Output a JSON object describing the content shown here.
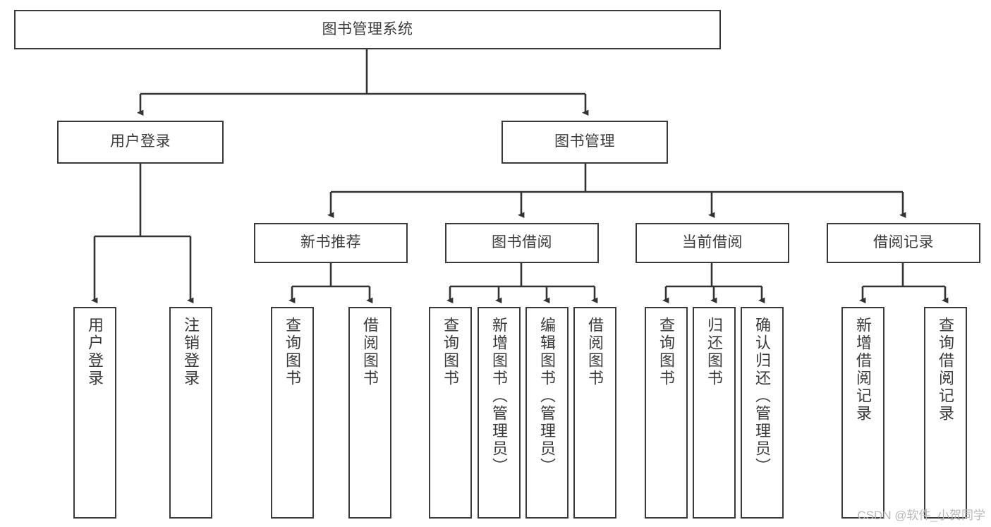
{
  "diagram": {
    "title": "图书管理系统",
    "watermark": "CSDN @软件_小贺同学",
    "colors": {
      "background": "#ffffff",
      "node_border": "#3a3a3a",
      "node_fill": "#ffffff",
      "text": "#3b3b3b",
      "edge": "#333333",
      "watermark": "#b9b9b9"
    },
    "root": {
      "label": "图书管理系统"
    },
    "level2": [
      {
        "label": "用户登录"
      },
      {
        "label": "图书管理"
      }
    ],
    "level3": [
      {
        "label": "新书推荐"
      },
      {
        "label": "图书借阅"
      },
      {
        "label": "当前借阅"
      },
      {
        "label": "借阅记录"
      }
    ],
    "leaves": {
      "user_login": [
        {
          "label": "用户登录"
        },
        {
          "label": "注销登录"
        }
      ],
      "new_book_recommend": [
        {
          "label": "查询图书"
        },
        {
          "label": "借阅图书"
        }
      ],
      "book_borrow": [
        {
          "label": "查询图书"
        },
        {
          "label": "新增图书（管理员）"
        },
        {
          "label": "编辑图书（管理员）"
        },
        {
          "label": "借阅图书"
        }
      ],
      "current_borrow": [
        {
          "label": "查询图书"
        },
        {
          "label": "归还图书"
        },
        {
          "label": "确认归还（管理员）"
        }
      ],
      "borrow_records": [
        {
          "label": "新增借阅记录"
        },
        {
          "label": "查询借阅记录"
        }
      ]
    }
  }
}
